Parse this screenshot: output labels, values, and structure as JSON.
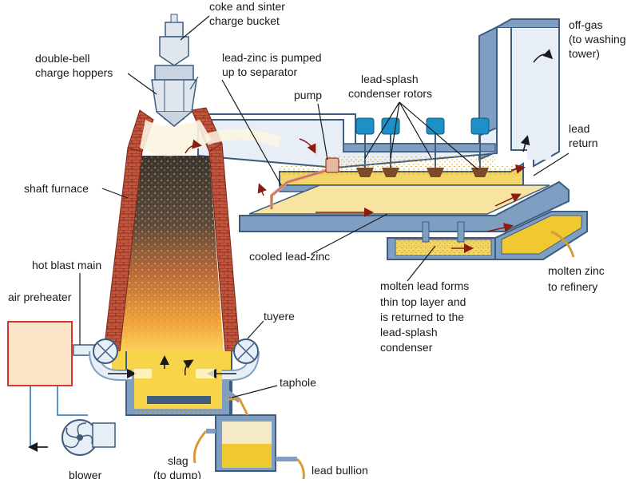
{
  "labels": {
    "coke_charge_1": "coke and sinter",
    "coke_charge_2": "charge bucket",
    "hoppers_1": "double-bell",
    "hoppers_2": "charge hoppers",
    "pumped_1": "lead-zinc is pumped",
    "pumped_2": "up to separator",
    "rotors_1": "lead-splash",
    "rotors_2": "condenser rotors",
    "pump": "pump",
    "offgas_1": "off-gas",
    "offgas_2": "(to washing",
    "offgas_3": "tower)",
    "lead_return_1": "lead",
    "lead_return_2": "return",
    "shaft_furnace": "shaft furnace",
    "cooled": "cooled lead-zinc",
    "hot_blast": "hot blast main",
    "air_preheater": "air preheater",
    "tuyere": "tuyere",
    "molten_lead_1": "molten lead forms",
    "molten_lead_2": "thin top layer and",
    "molten_lead_3": "is returned to the",
    "molten_lead_4": "lead-splash",
    "molten_lead_5": "condenser",
    "molten_zinc_1": "molten zinc",
    "molten_zinc_2": "to refinery",
    "taphole": "taphole",
    "slag_1": "slag",
    "slag_2": "(to dump)",
    "lead_bullion": "lead bullion",
    "blower": "blower"
  },
  "colors": {
    "steel": "#7f9fc2",
    "steel_dark": "#3d5c80",
    "brick": "#b5452f",
    "molten_zinc": "#f2d66a",
    "hot": "#f4b23a",
    "arrow": "#8a1c12",
    "pipe_red": "#d33a2f",
    "rotor": "#1e90c8"
  }
}
